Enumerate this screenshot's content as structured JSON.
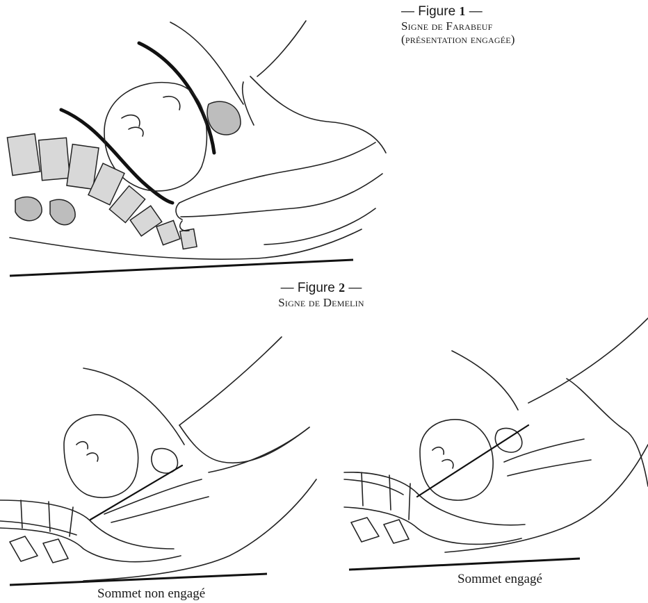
{
  "figure1": {
    "heading_prefix": "— Figure",
    "number": "1",
    "heading_suffix": "—",
    "title_line1": "Signe de Farabeuf",
    "title_line2": "(présentation engagée)"
  },
  "figure2": {
    "heading_prefix": "— Figure",
    "number": "2",
    "heading_suffix": "—",
    "title": "Signe de Demelin",
    "label_left": "Sommet non engagé",
    "label_right": "Sommet engagé"
  }
}
